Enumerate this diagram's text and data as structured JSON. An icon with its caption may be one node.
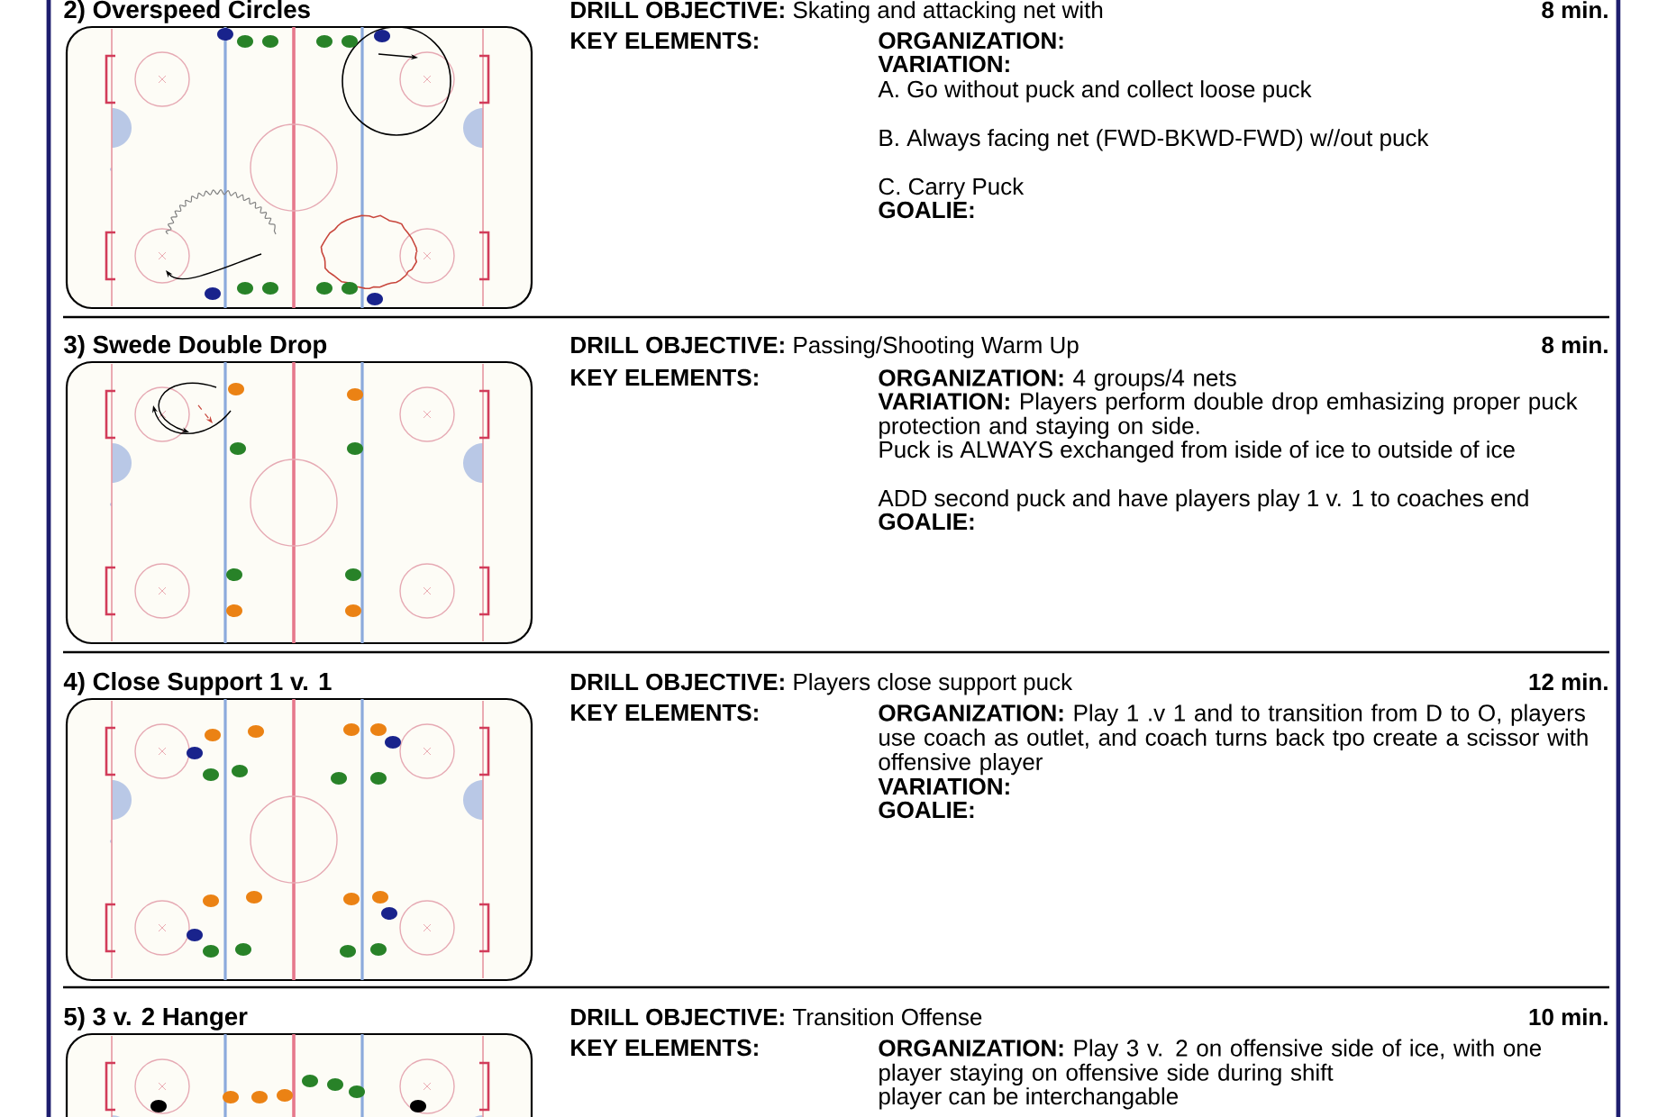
{
  "diagram": {
    "labels": [
      "2)  Overspeed Circles",
      "**DRILL OBJECTIVE:** Skating and attacking net with",
      "8 min.",
      "KEY ELEMENTS:",
      "ORGANIZATION:",
      "VARIATION:",
      "A. Go without puck and collect loose puck",
      "B. Always facing net (FWD-BKWD-FWD) w//out puck",
      "C. Carry Puck",
      "GOALIE:",
      "3)  Swede Double Drop",
      "**DRILL OBJECTIVE:** Passing/Shooting Warm Up",
      "8 min.",
      "KEY ELEMENTS:",
      "**ORGANIZATION:** 4 groups/4 nets",
      "**VARIATION:** Players perform double drop emhasizing proper puck protection and staying on side.",
      "Puck is ALWAYS exchanged from iside of ice to outside of ice",
      "ADD second puck and have players play 1 v. 1 to coaches end",
      "GOALIE:",
      "4)  Close Support 1 v. 1",
      "**DRILL OBJECTIVE:** Players close support puck",
      "12 min.",
      "KEY ELEMENTS:",
      "**ORGANIZATION:** Play 1 .v 1 and to transition from D to O, players use coach as outlet, and coach turns back tpo create a scissor with offensive player",
      "VARIATION:",
      "GOALIE:",
      "5)  3 v. 2 Hanger",
      "**DRILL OBJECTIVE:** Transition Offense",
      "10 min.",
      "KEY ELEMENTS:",
      "**ORGANIZATION:** Play 3 v. 2 on offensive side of ice, with one player staying on offensive side during shift",
      "player can be interchangable"
    ]
  }
}
